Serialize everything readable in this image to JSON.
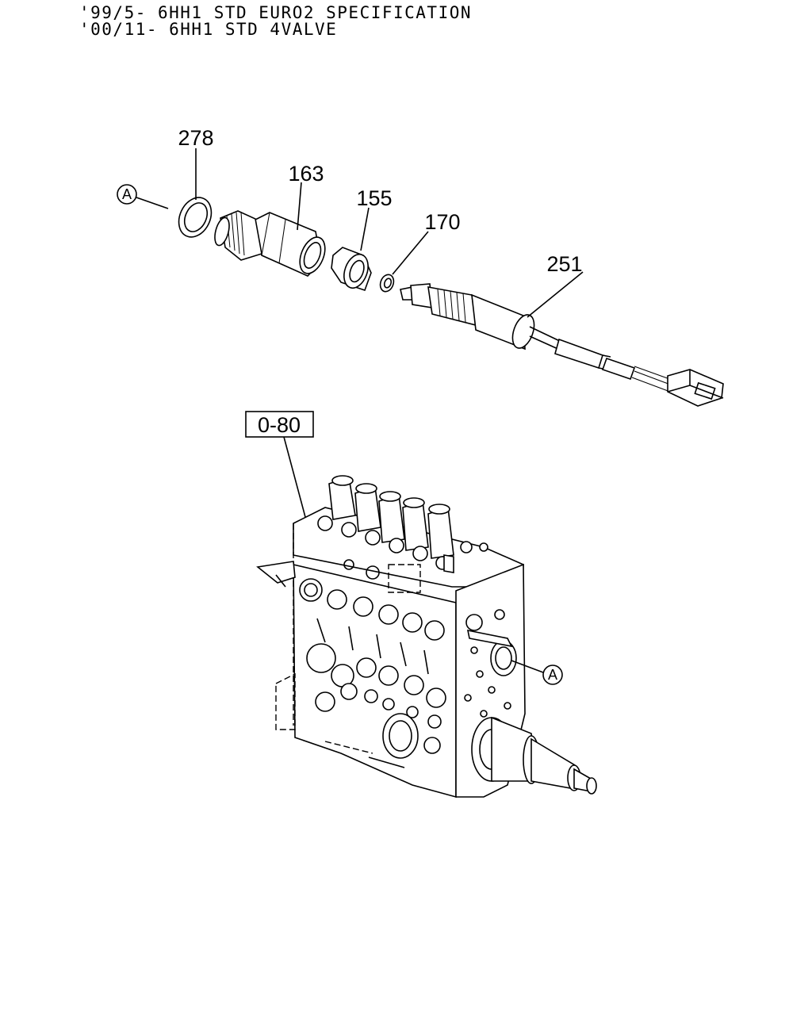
{
  "header": {
    "line1": "'99/5- 6HH1 STD EURO2 SPECIFICATION",
    "line2": "'00/11- 6HH1 STD 4VALVE"
  },
  "callouts": {
    "c278": "278",
    "c163": "163",
    "c155": "155",
    "c170": "170",
    "c251": "251",
    "ref": "0-80",
    "ref_a_top": "A",
    "ref_a_pump": "A"
  }
}
